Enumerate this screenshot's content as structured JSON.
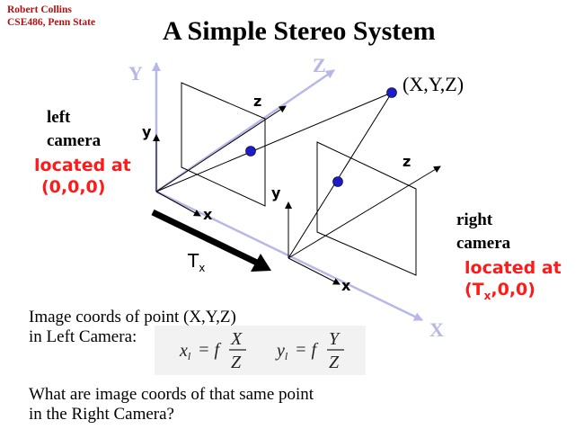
{
  "header": {
    "author_line1": "Robert Collins",
    "author_line2": "CSE486, Penn State",
    "title": "A Simple Stereo System"
  },
  "diagram": {
    "world_axes": {
      "y": "Y",
      "z": "Z",
      "x": "X"
    },
    "camera_axes": {
      "x": "x",
      "y": "y",
      "z": "z"
    },
    "point_label": "(X,Y,Z)",
    "baseline_label": "T",
    "baseline_subscript": "x",
    "left_camera": {
      "label_line1": "left",
      "label_line2": "camera",
      "location_line1": "located at",
      "location_line2": "(0,0,0)"
    },
    "right_camera": {
      "label_line1": "right",
      "label_line2": "camera",
      "location_line1": "located at",
      "location_prefix": "(T",
      "location_subscript": "x",
      "location_suffix": ",0,0)"
    },
    "colors": {
      "point": "#1c1ccc",
      "world_axis": "#b8b8e8",
      "red_text": "#ff1a1a",
      "author": "#b11111"
    }
  },
  "text": {
    "question1_line1": "Image coords of point (X,Y,Z)",
    "question1_line2": "in Left Camera:",
    "question2_line1": "What are image coords of that same point",
    "question2_line2": "in the Right Camera?"
  },
  "formula": {
    "left_x": "x",
    "left_y": "y",
    "subscript": "l",
    "equals_f": "= f",
    "num_x": "X",
    "num_y": "Y",
    "den": "Z"
  }
}
